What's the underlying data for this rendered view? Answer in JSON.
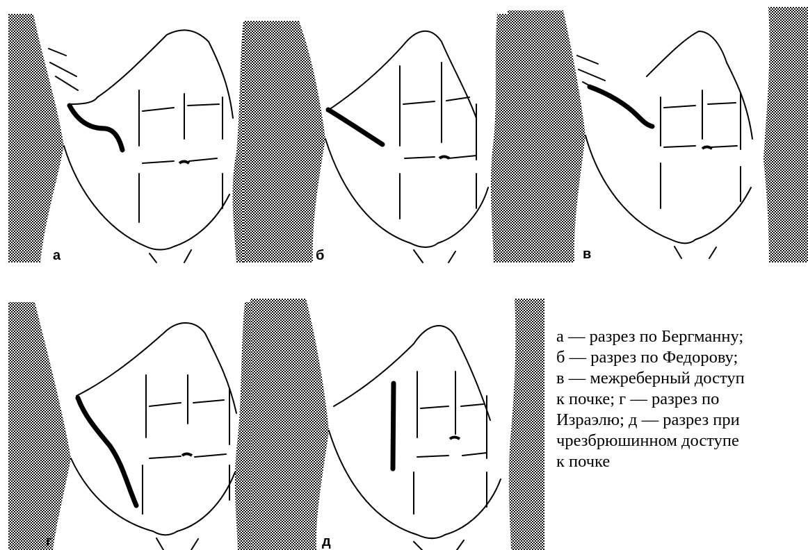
{
  "figure": {
    "panels": [
      {
        "letter": "а",
        "incision": "bergmann"
      },
      {
        "letter": "б",
        "incision": "fedorov"
      },
      {
        "letter": "в",
        "incision": "intercostal"
      },
      {
        "letter": "г",
        "incision": "israel"
      },
      {
        "letter": "д",
        "incision": "transperitoneal"
      }
    ],
    "caption_lines": [
      "а — разрез по Бергманну;",
      "б — разрез по Федорову;",
      "в — межреберный доступ",
      "к почке; г — разрез по",
      "Израэлю; д — разрез при",
      "чрезбрюшинном доступе",
      "к почке"
    ]
  }
}
